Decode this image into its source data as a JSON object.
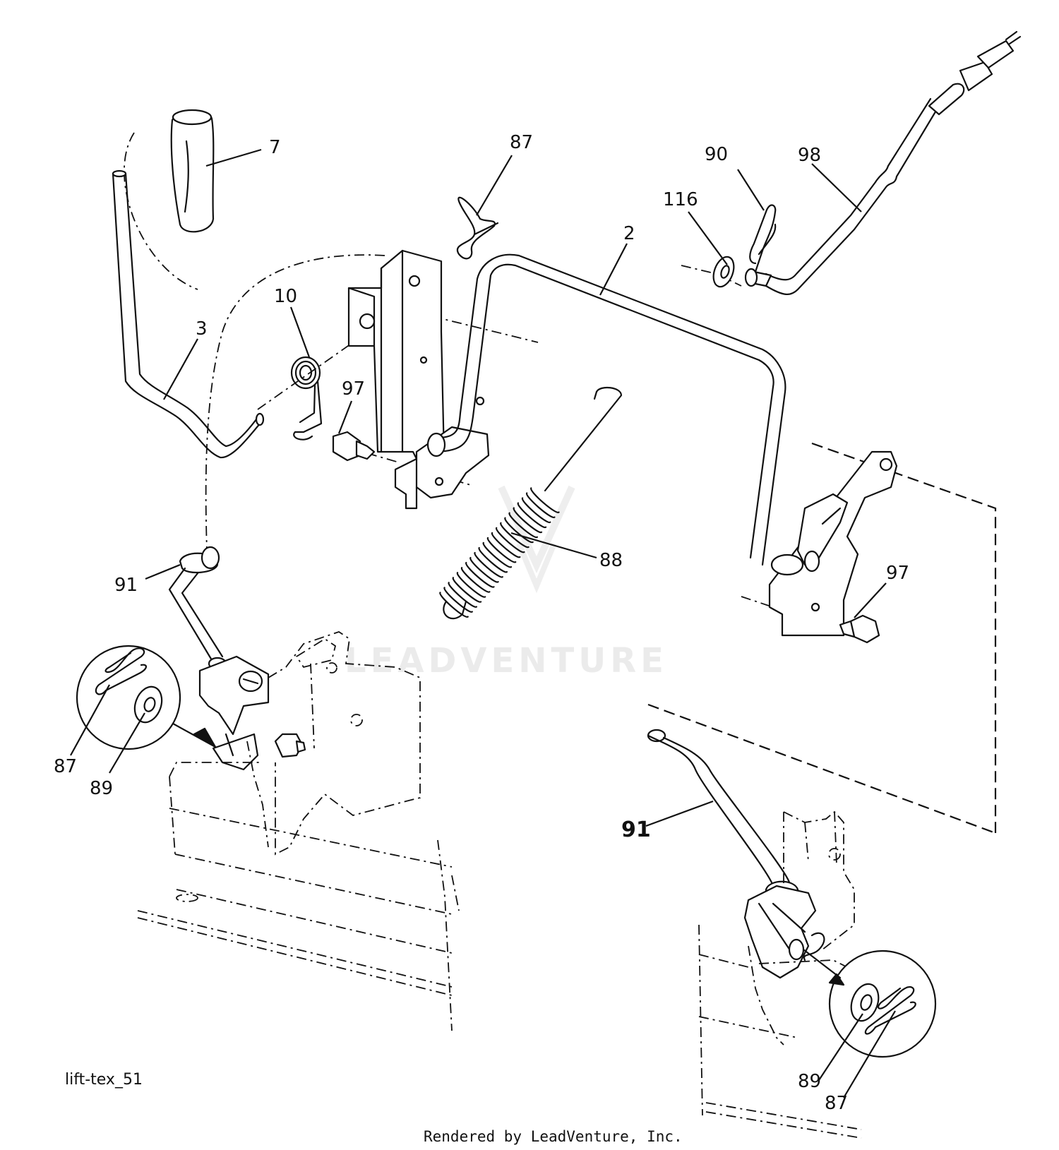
{
  "diagram": {
    "drawing_code": "lift-tex_51",
    "watermark": "LEADVENTURE",
    "footer": "Rendered by LeadVenture, Inc.",
    "callouts": {
      "c7": "7",
      "c87_top": "87",
      "c90": "90",
      "c98": "98",
      "c116": "116",
      "c2": "2",
      "c10": "10",
      "c3": "3",
      "c97_left": "97",
      "c88": "88",
      "c97_right": "97",
      "c91_left": "91",
      "c87_left": "87",
      "c89_left": "89",
      "c91_right": "91",
      "c89_right": "89",
      "c87_right": "87"
    }
  }
}
